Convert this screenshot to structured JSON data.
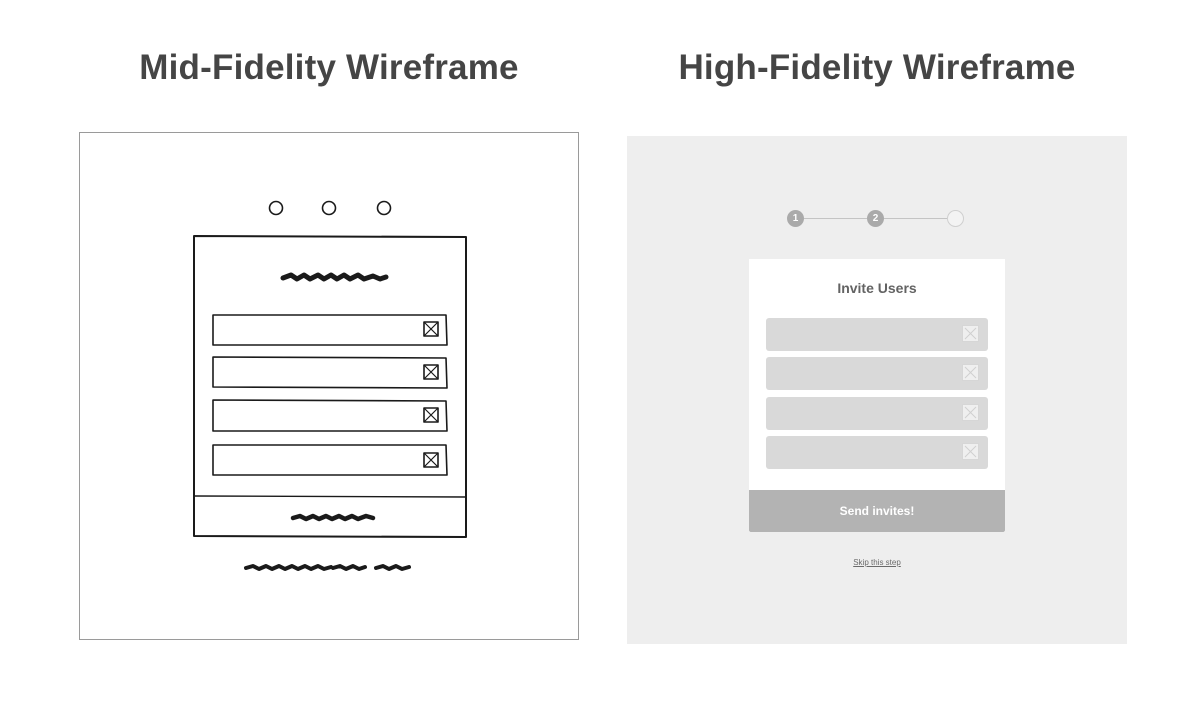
{
  "titles": {
    "mid": "Mid-Fidelity Wireframe",
    "high": "High-Fidelity Wireframe"
  },
  "high_fidelity": {
    "steps": [
      {
        "label": "1",
        "state": "done"
      },
      {
        "label": "2",
        "state": "done"
      },
      {
        "label": "",
        "state": "todo"
      }
    ],
    "card_title": "Invite Users",
    "field_count": 4,
    "send_button": "Send invites!",
    "skip_link": "Skip this step"
  },
  "colors": {
    "title_text": "#454545",
    "sketch_ink": "#1a1a1a",
    "canvas_bg": "#eeeeee",
    "field_bg": "#d9d9d9",
    "button_bg": "#b3b3b3",
    "step_done": "#aaaaaa"
  },
  "icons": {
    "sketch_field_icon": "image-placeholder-icon",
    "hifi_field_icon": "image-placeholder-icon"
  }
}
